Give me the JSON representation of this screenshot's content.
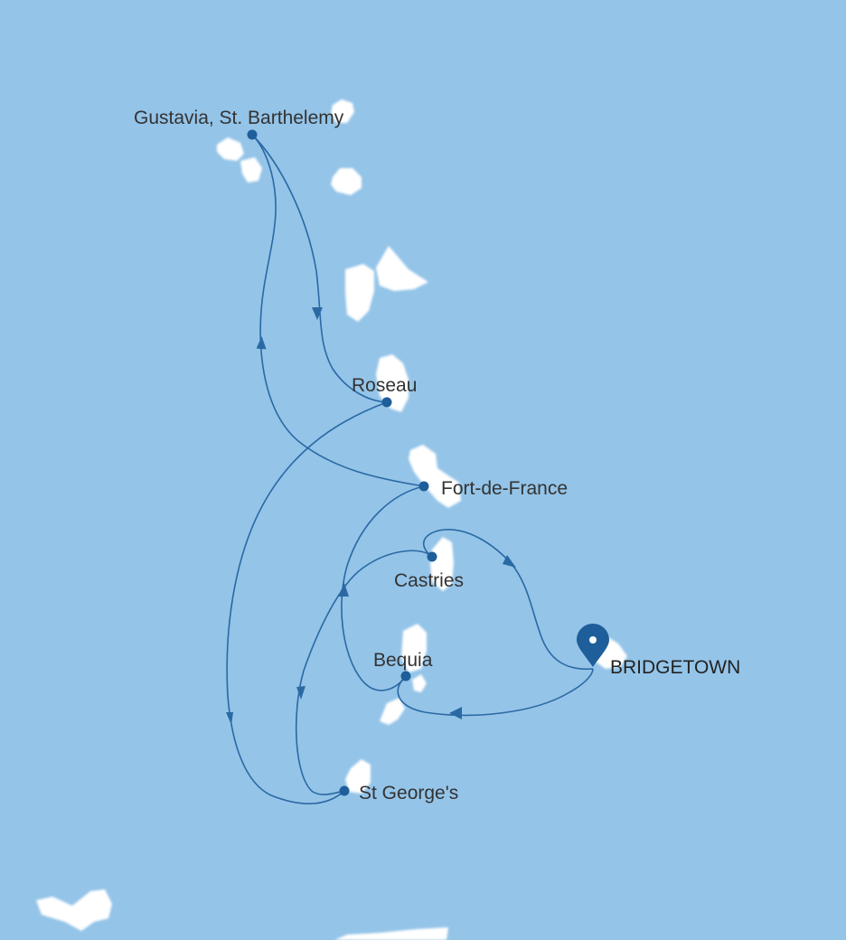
{
  "map": {
    "colors": {
      "sea": "#94c4e8",
      "land": "#ffffff",
      "route": "#2a69a4",
      "marker": "#1e5e9a"
    },
    "home_port": {
      "label": "BRIDGETOWN",
      "icon": "map-pin-icon"
    },
    "ports": [
      {
        "id": "gustavia",
        "label": "Gustavia, St. Barthelemy"
      },
      {
        "id": "roseau",
        "label": "Roseau"
      },
      {
        "id": "fort-de-france",
        "label": "Fort-de-France"
      },
      {
        "id": "castries",
        "label": "Castries"
      },
      {
        "id": "bequia",
        "label": "Bequia"
      },
      {
        "id": "st-georges",
        "label": "St George's"
      }
    ]
  }
}
